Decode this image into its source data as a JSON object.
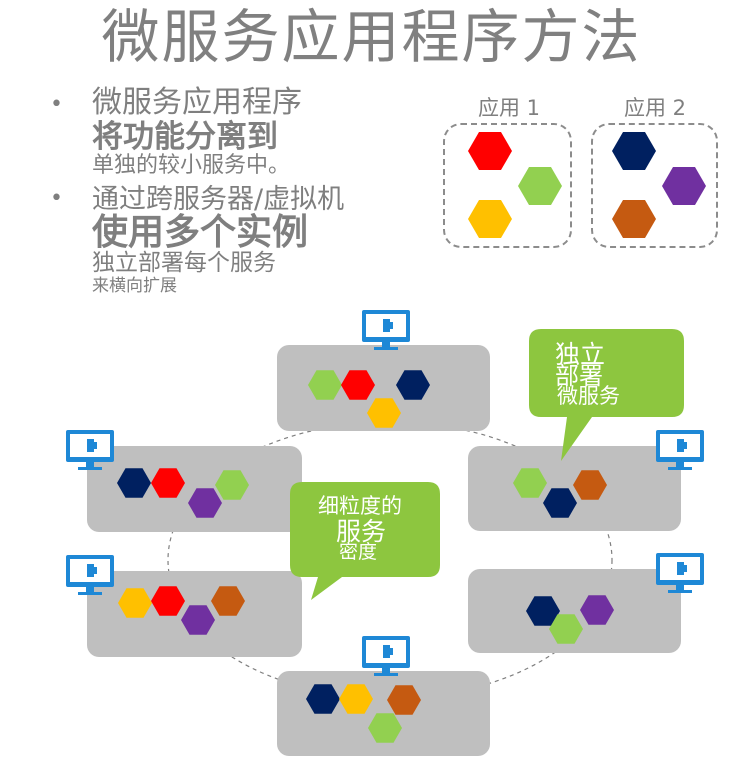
{
  "title": "微服务应用程序方法",
  "bullets": [
    {
      "line1": "微服务应用程序",
      "line2": "将功能分离到",
      "line3": "单独的较小服务中。"
    },
    {
      "line1": "通过跨服务器/虚拟机",
      "line2": "使用多个实例",
      "line3": "独立部署每个服务",
      "line4": "来横向扩展"
    }
  ],
  "apps": [
    {
      "label": "应用 1"
    },
    {
      "label": "应用 2"
    }
  ],
  "callouts": {
    "independent": {
      "line1": "独立",
      "line2": "部署",
      "line3": "微服务"
    },
    "granular": {
      "line1": "细粒度的",
      "line2": "服务",
      "line3": "密度"
    }
  },
  "colors": {
    "red": "#ff0000",
    "green": "#92d050",
    "yellow": "#ffc000",
    "navy": "#002060",
    "purple": "#7030a0",
    "orange": "#c55a11",
    "server": "#bfbfbf",
    "callout": "#8dc63f",
    "monitor": "#1e88d6"
  }
}
